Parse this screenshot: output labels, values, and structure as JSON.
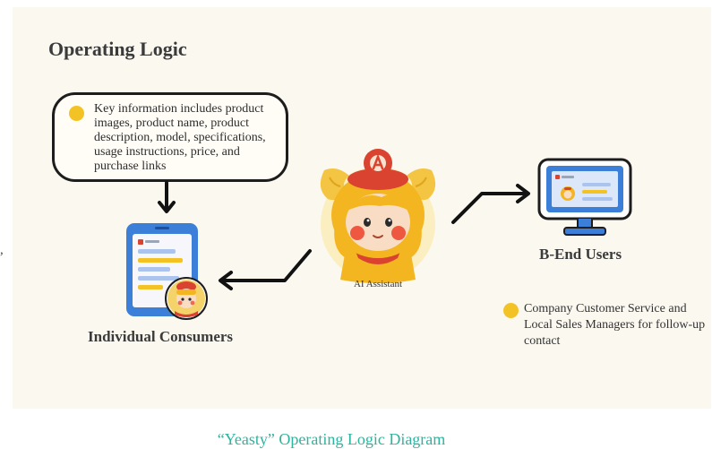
{
  "edge_fragment": ",",
  "title": "Operating Logic",
  "callout": {
    "text": "Key information includes product images, product name, product description, model, specifications, usage instructions, price, and purchase links"
  },
  "nodes": {
    "consumers": "Individual Consumers",
    "b_end": "B-End Users",
    "assistant": "AI Assistant"
  },
  "note": {
    "text": "Company Customer Service and Local Sales Managers for follow-up contact"
  },
  "caption": "“Yeasty” Operating Logic Diagram",
  "icons": [
    "tablet-icon",
    "monitor-icon",
    "mascot-icon",
    "bullet-dot"
  ],
  "colors": {
    "accent_yellow": "#f3c326",
    "device_blue": "#3c7fd8",
    "caption_teal": "#2bb59e",
    "mascot_red": "#d9432f"
  }
}
